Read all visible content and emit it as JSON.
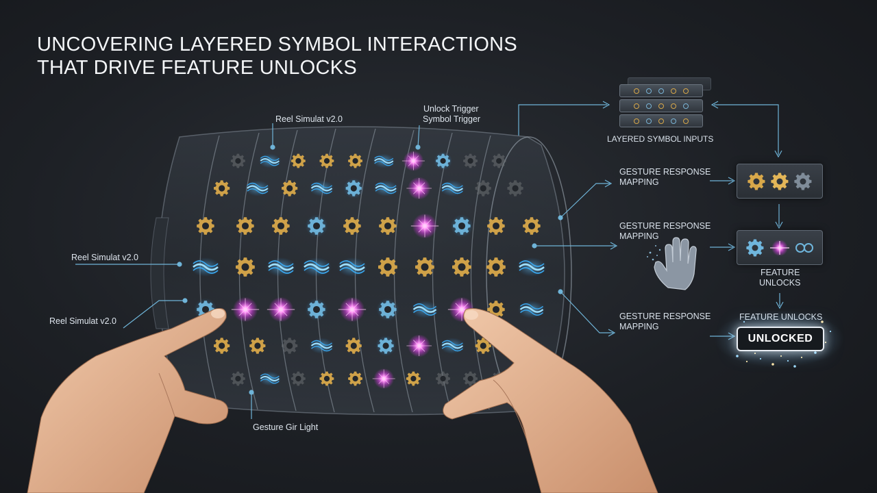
{
  "title": {
    "line1": "UNCOVERING LAYERED SYMBOL INTERACTIONS",
    "line2": "THAT DRIVE FEATURE UNLOCKS"
  },
  "reel_labels": {
    "top": "Reel Simulat v2.0",
    "unlock_trigger_line1": "Unlock Trigger",
    "unlock_trigger_line2": "Symbol Trigger",
    "left_middle": "Reel Simulat v2.0",
    "left_lower": "Reel Simulat v2.0",
    "bottom": "Gesture Gir Light"
  },
  "flow": {
    "inputs_label": "LAYERED SYMBOL INPUTS",
    "gesture_1_line1": "GESTURE RESPONSE",
    "gesture_1_line2": "MAPPING",
    "gesture_2_line1": "GESTURE RESPONSE",
    "gesture_2_line2": "MAPPING",
    "gesture_3_line1": "GESTURE RESPONSE",
    "gesture_3_line2": "MAPPING",
    "feature_unlocks_line1": "FEATURE",
    "feature_unlocks_line2": "UNLOCKS",
    "feature_unlocks_title": "FEATURE UNLOCKS",
    "unlocked_badge": "UNLOCKED"
  },
  "colors": {
    "gear_gold": "#d8a84a",
    "gear_blue": "#6fb6dd",
    "wave_blue": "#3aa8f0",
    "spark_magenta": "#e24de0",
    "connector": "#6fb4d8"
  },
  "icons": {
    "reel_symbols": [
      "gear-gold-icon",
      "gear-blue-icon",
      "wave-icon",
      "spark-icon"
    ],
    "hand": "hand-icon"
  }
}
